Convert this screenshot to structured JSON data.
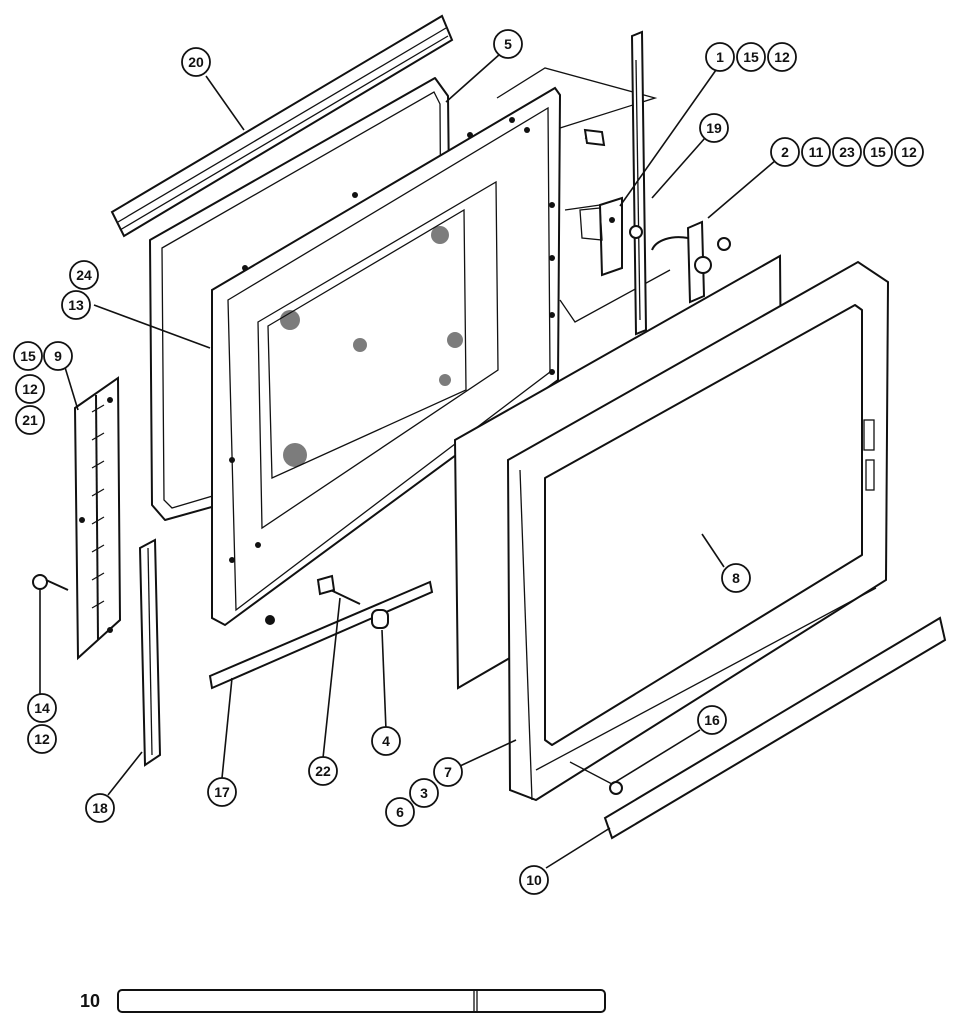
{
  "labels": {
    "l20": "20",
    "l5": "5",
    "l1": "1",
    "l15a": "15",
    "l12a": "12",
    "l19": "19",
    "l2": "2",
    "l11": "11",
    "l23": "23",
    "l15b": "15",
    "l12b": "12",
    "l24": "24",
    "l13": "13",
    "l15c": "15",
    "l9": "9",
    "l12c": "12",
    "l21": "21",
    "l8": "8",
    "l14": "14",
    "l12d": "12",
    "l16": "16",
    "l4": "4",
    "l22": "22",
    "l17": "17",
    "l18": "18",
    "l7": "7",
    "l3": "3",
    "l6": "6",
    "l10": "10"
  },
  "footer": {
    "part_number": "10"
  }
}
